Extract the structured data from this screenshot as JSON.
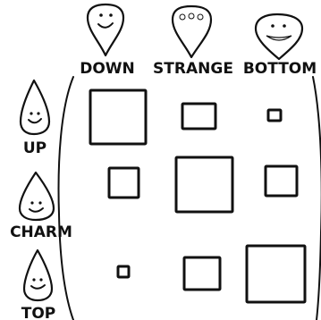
{
  "columns": [
    {
      "label": "DOWN",
      "fill": "#c8c8c8"
    },
    {
      "label": "STRANGE",
      "fill": "#7a7a7a"
    },
    {
      "label": "BOTTOM",
      "fill": "#bdbdbd"
    }
  ],
  "rows": [
    {
      "label": "UP",
      "fill": "#d8d8d8"
    },
    {
      "label": "CHARM",
      "fill": "#bcbcbc"
    },
    {
      "label": "TOP",
      "fill": "#9c9c9c"
    }
  ],
  "cells": [
    [
      {
        "size": "large"
      },
      {
        "size": "medium"
      },
      {
        "size": "small"
      }
    ],
    [
      {
        "size": "medium"
      },
      {
        "size": "large"
      },
      {
        "size": "medium"
      }
    ],
    [
      {
        "size": "small"
      },
      {
        "size": "medium"
      },
      {
        "size": "large"
      }
    ]
  ],
  "colors": {
    "ink": "#111111",
    "background": "#ffffff"
  }
}
